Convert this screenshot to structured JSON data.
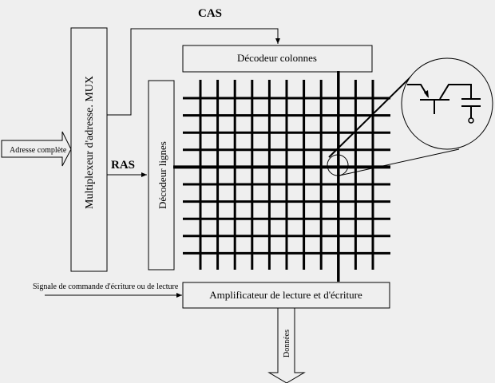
{
  "labels": {
    "cas": "CAS",
    "ras": "RAS",
    "column_decoder": "Décodeur colonnes",
    "row_decoder": "Décodeur lignes",
    "mux": "Multiplexeur d'adresse. MUX",
    "address_input": "Adresse complète",
    "rw_signal": "Signale de commande d'écriture ou de lecture",
    "sense_amp": "Amplificateur de lecture et d'écriture",
    "data_out": "Données"
  },
  "grid": {
    "columns": 11,
    "rows": 10,
    "selected_column": 8,
    "selected_row": 4
  }
}
